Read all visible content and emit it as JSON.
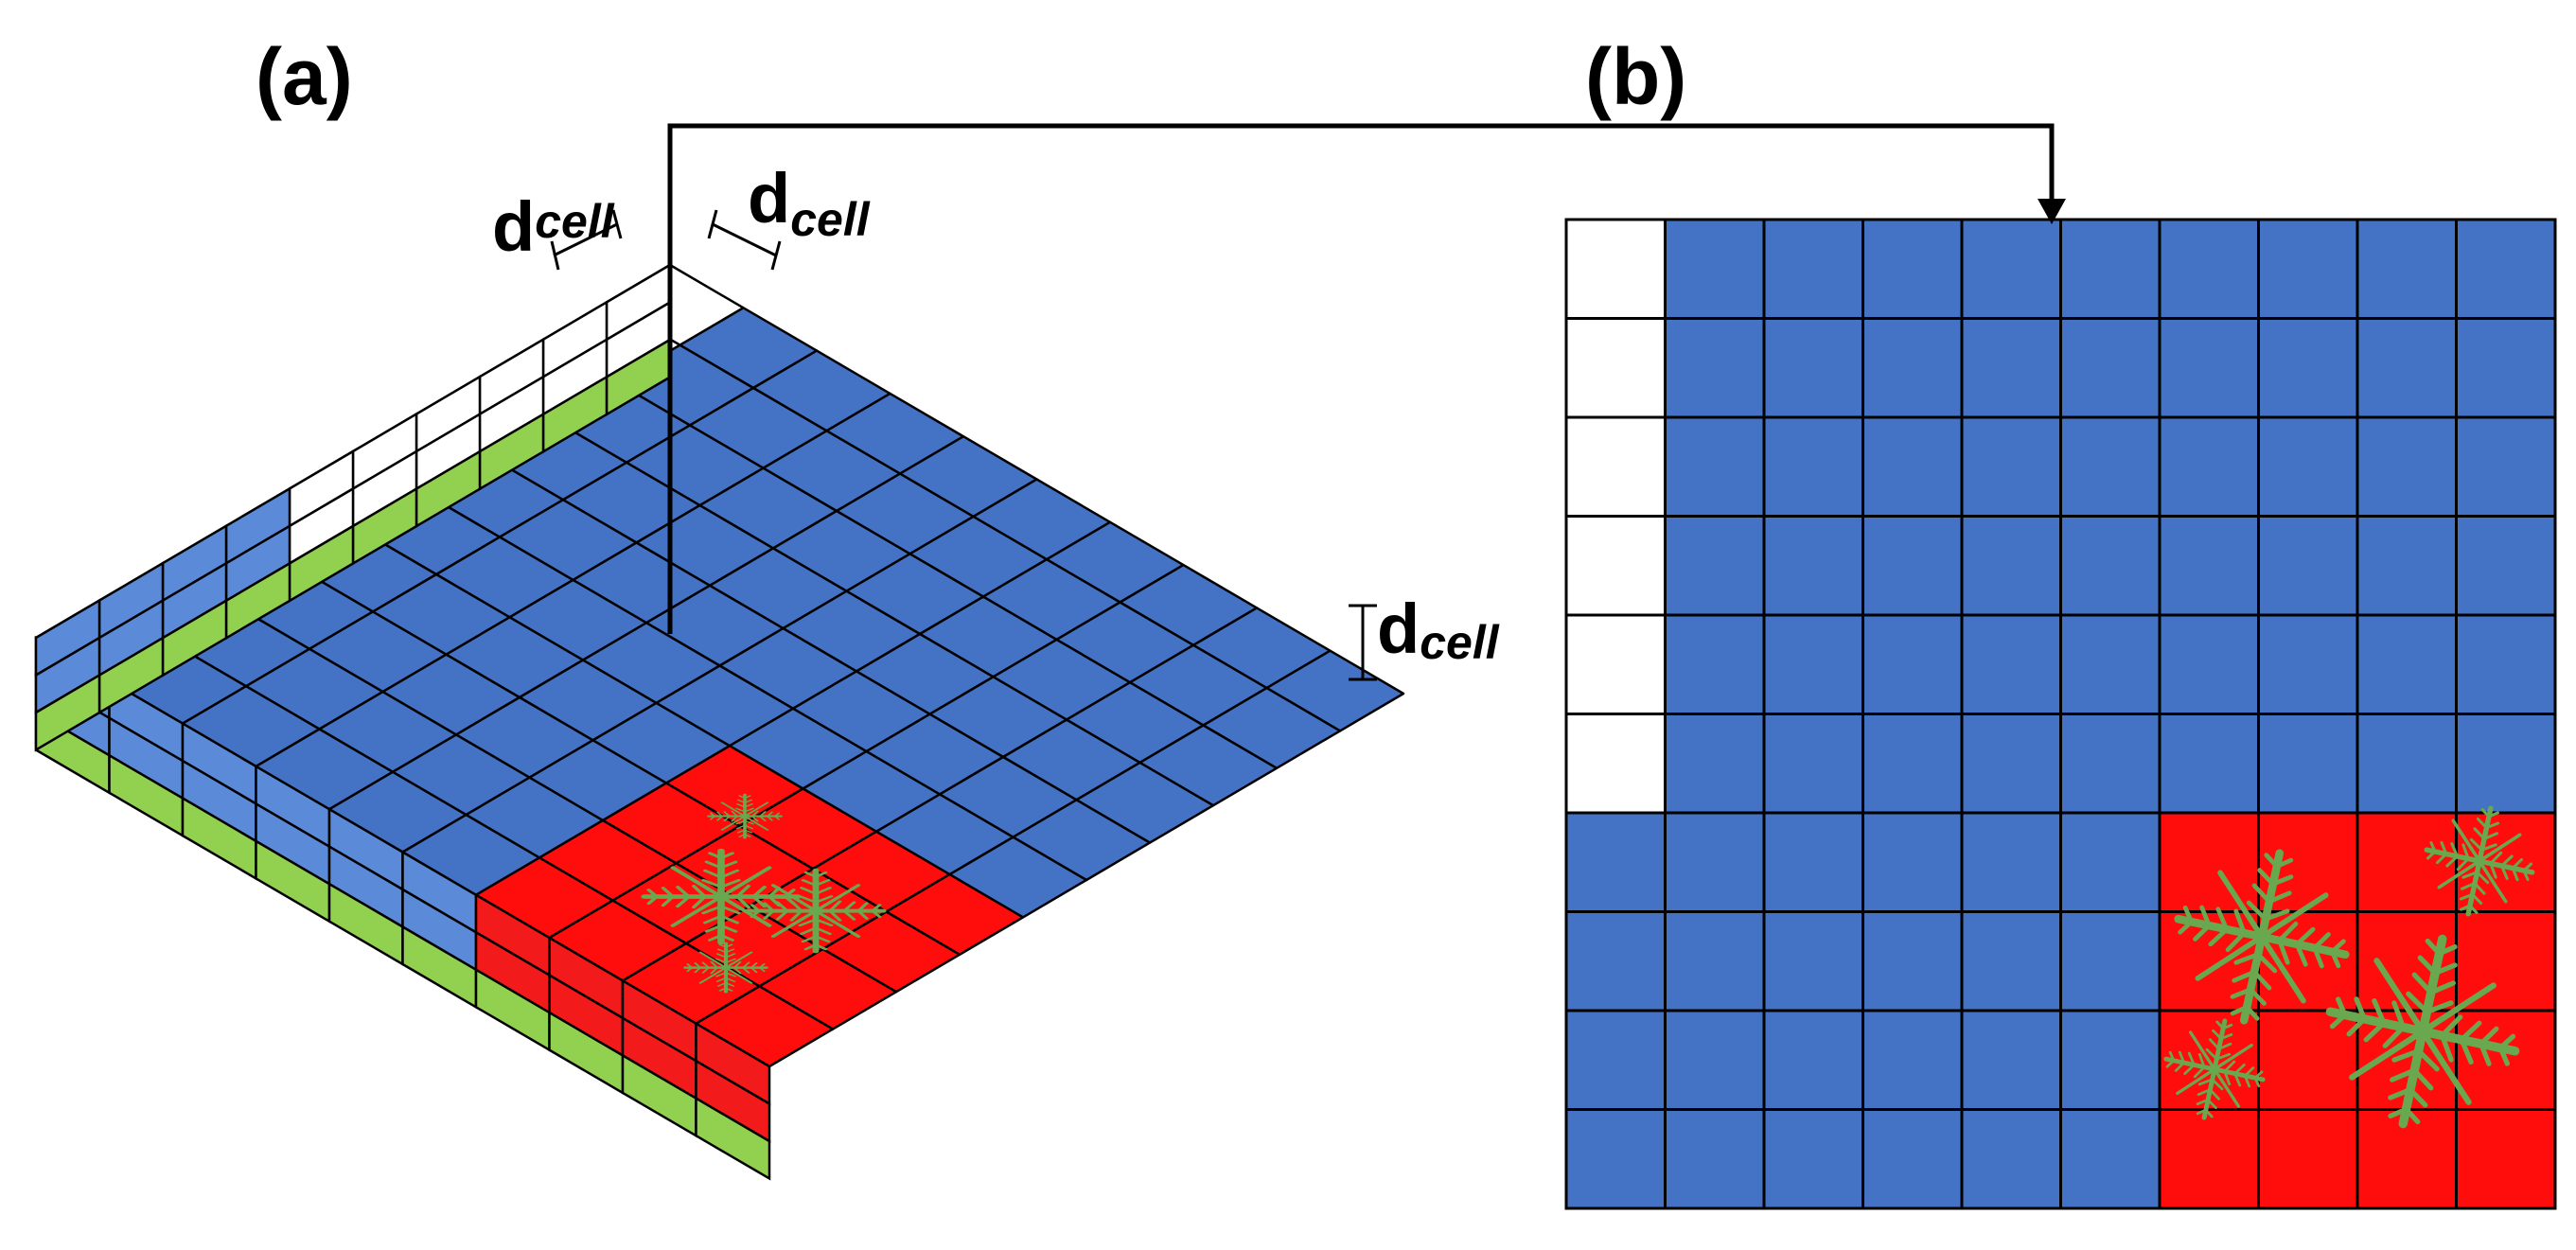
{
  "panels": {
    "a": {
      "label": "(a)"
    },
    "b": {
      "label": "(b)"
    }
  },
  "dimension": {
    "main": "d",
    "sub": "cell"
  },
  "grid_model": {
    "columns": 10,
    "rows": 10,
    "vertical_layers": 3,
    "water_column_rows": 6,
    "vegetated_block": {
      "columns": 4,
      "rows": 4
    }
  },
  "colors": {
    "water": "#4472c4",
    "water_side": "#5b8bd8",
    "vegetation": "#ff0d0d",
    "vegetation_side": "#f21a1a",
    "dry": "#ffffff",
    "soil": "#92d050",
    "plant": "#6aa84f",
    "grid_line": "#000000"
  },
  "icons": {
    "plant": "fern-plant-icon"
  }
}
